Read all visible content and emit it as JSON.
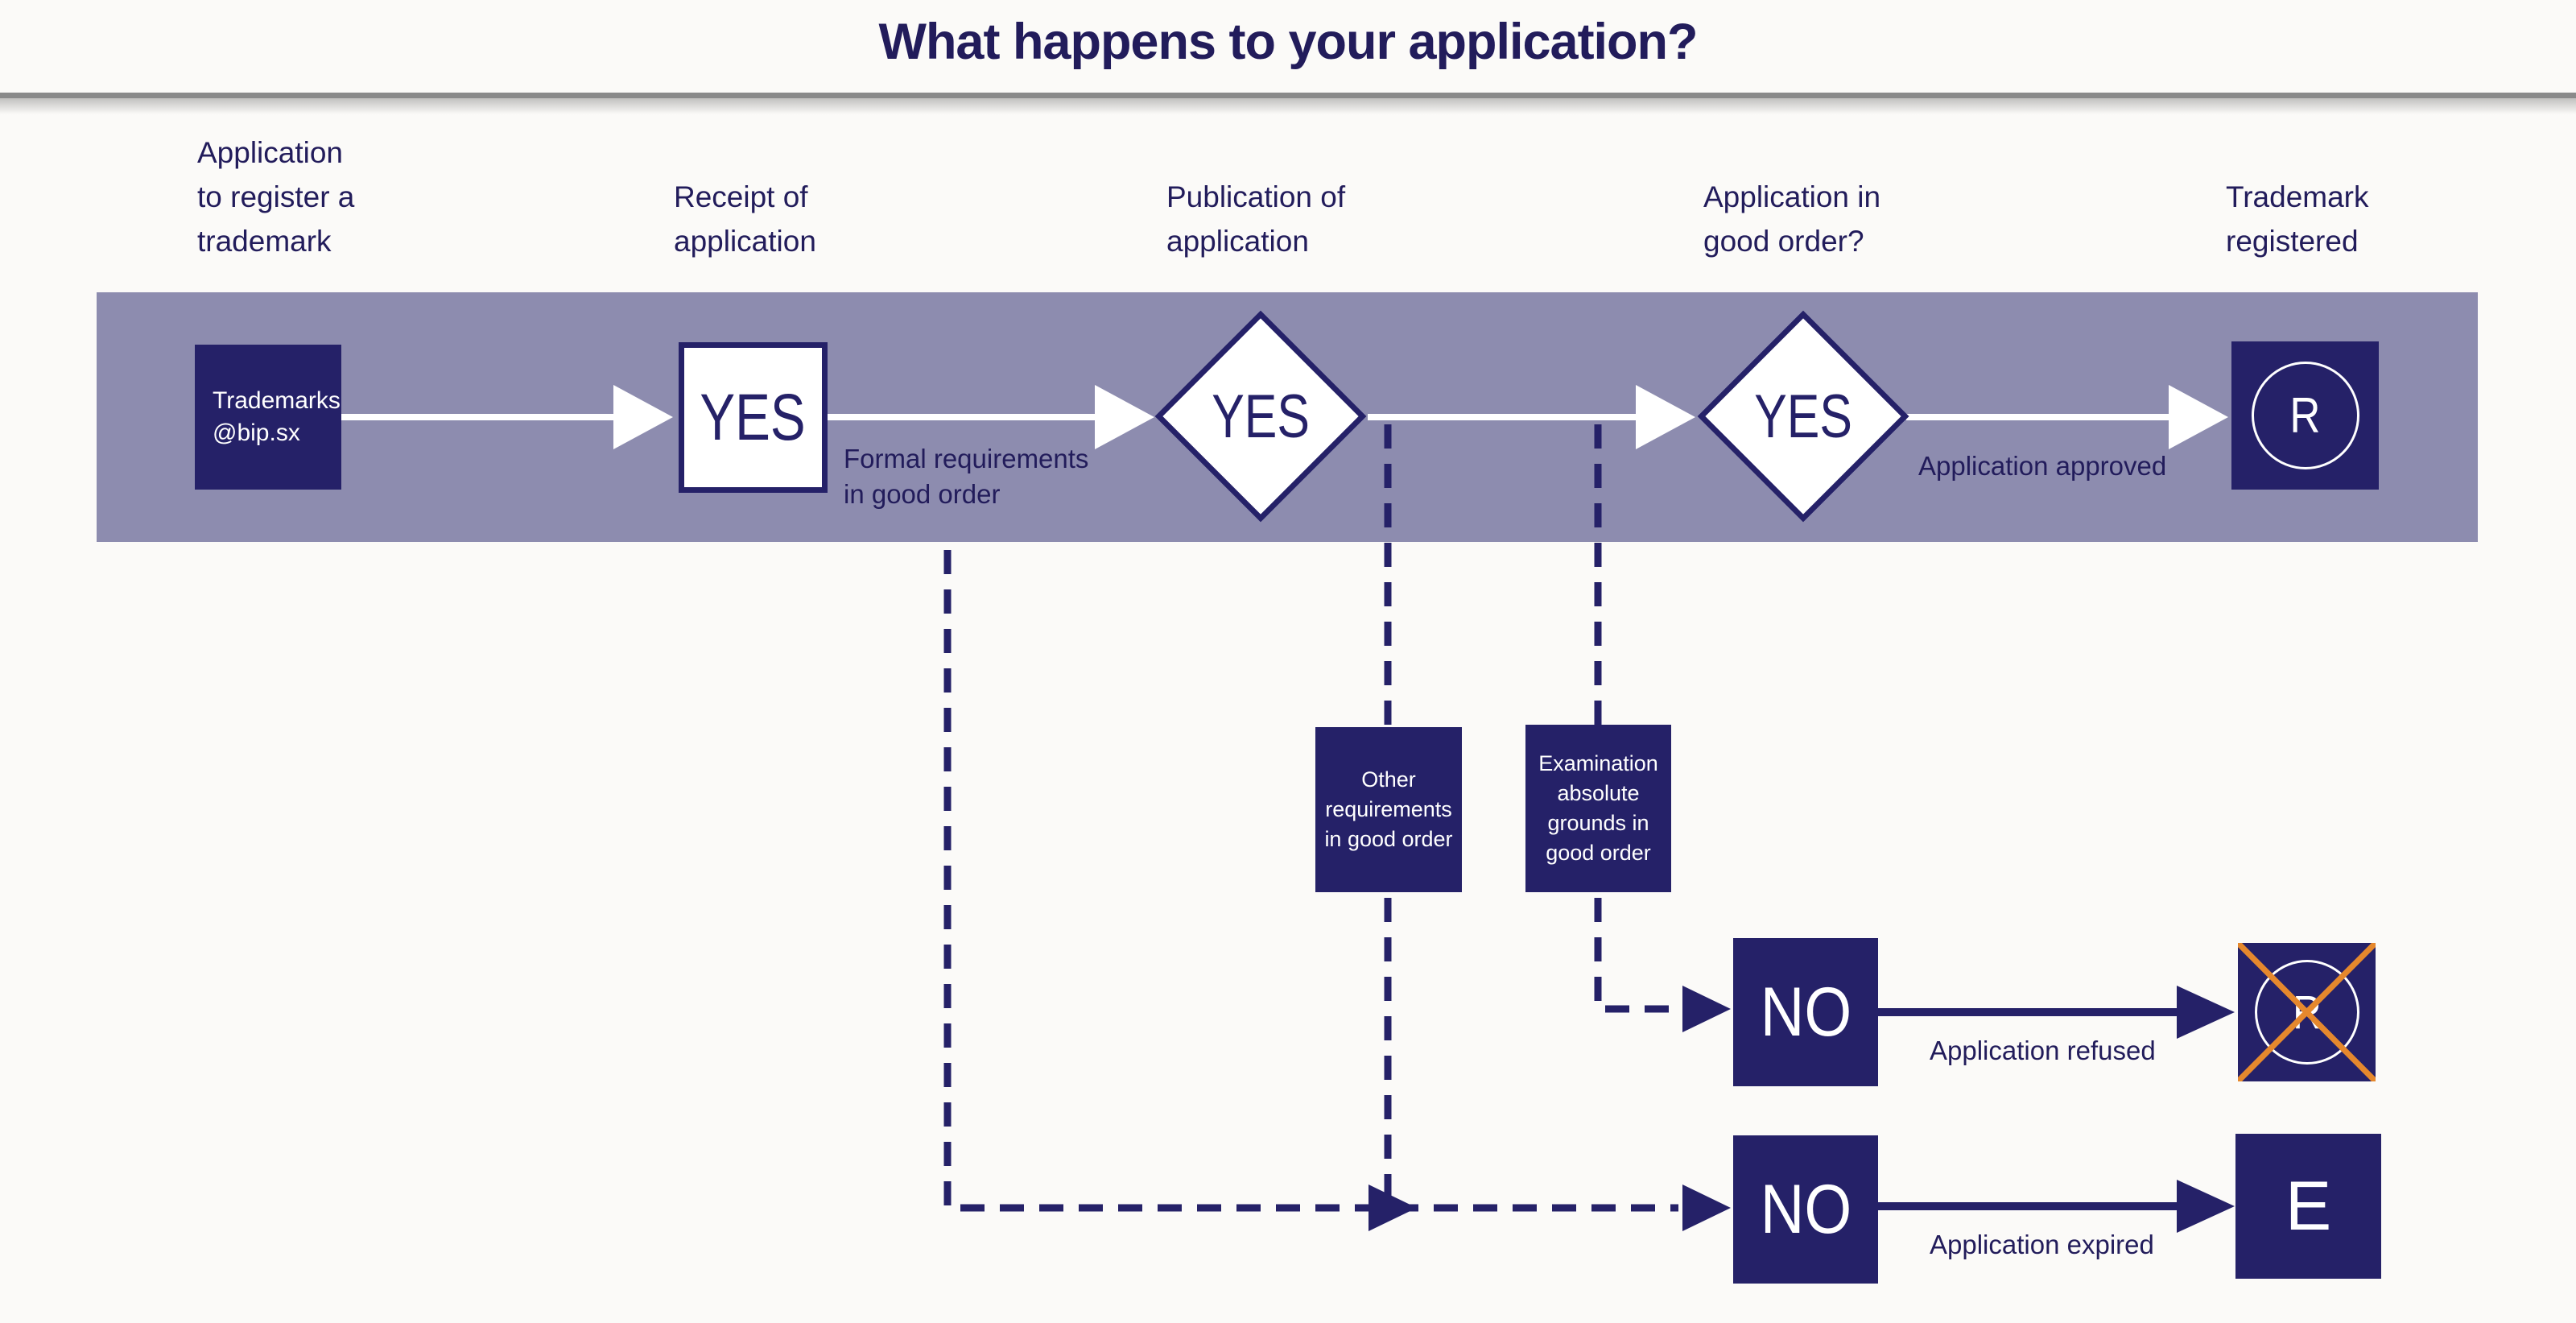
{
  "title": "What happens to your application?",
  "colors": {
    "navy": "#252168",
    "text_navy": "#221c5b",
    "band": "#8d8caf",
    "orange": "#e5882d",
    "divider": "#8a8a8a",
    "background": "#fbfaf8"
  },
  "column_headers": [
    {
      "lines": [
        "Application",
        "to register a",
        "trademark"
      ]
    },
    {
      "lines": [
        "Receipt of",
        "application"
      ]
    },
    {
      "lines": [
        "Publication of",
        "application"
      ]
    },
    {
      "lines": [
        "Application in",
        "good order?"
      ]
    },
    {
      "lines": [
        "Trademark",
        "registered"
      ]
    }
  ],
  "nodes": {
    "start_box": {
      "lines": [
        "Trademarks",
        "@bip.sx"
      ]
    },
    "receipt_decision": "YES",
    "publication_decision": "YES",
    "good_order_decision": "YES",
    "other_requirements_box": {
      "lines": [
        "Other",
        "requirements",
        "in good order"
      ]
    },
    "examination_box": {
      "lines": [
        "Examination",
        "absolute",
        "grounds in",
        "good order"
      ]
    },
    "refused_decision": "NO",
    "expired_decision": "NO",
    "registered_symbol": "R",
    "refused_symbol": "R",
    "expired_symbol": "E"
  },
  "edge_labels": {
    "formal_requirements": {
      "lines": [
        "Formal requirements",
        "in good order"
      ]
    },
    "application_approved": "Application approved",
    "application_refused": "Application refused",
    "application_expired": "Application expired"
  }
}
